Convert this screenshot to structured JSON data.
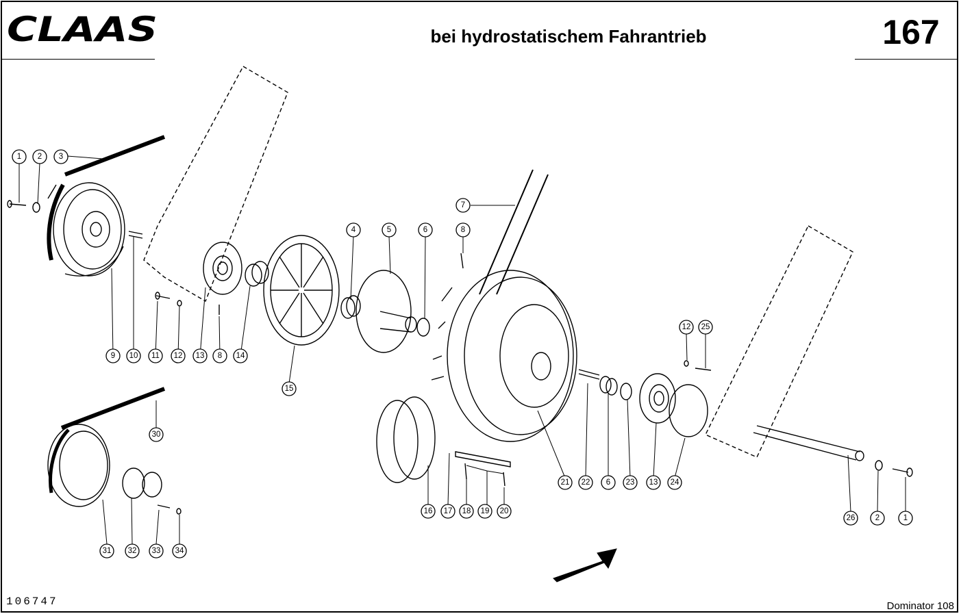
{
  "header": {
    "brand": "CLAAS",
    "title": "bei hydrostatischem Fahrantrieb",
    "page_number": "167"
  },
  "footer": {
    "drawing_number": "106747",
    "model": "Dominator 108"
  },
  "callouts": [
    "1",
    "2",
    "3",
    "4",
    "5",
    "6",
    "7",
    "8",
    "9",
    "10",
    "11",
    "12",
    "13",
    "14",
    "15",
    "16",
    "17",
    "18",
    "19",
    "20",
    "21",
    "22",
    "23",
    "24",
    "25",
    "26",
    "30",
    "31",
    "32",
    "33",
    "34"
  ],
  "colors": {
    "ink": "#000000",
    "paper": "#ffffff"
  }
}
